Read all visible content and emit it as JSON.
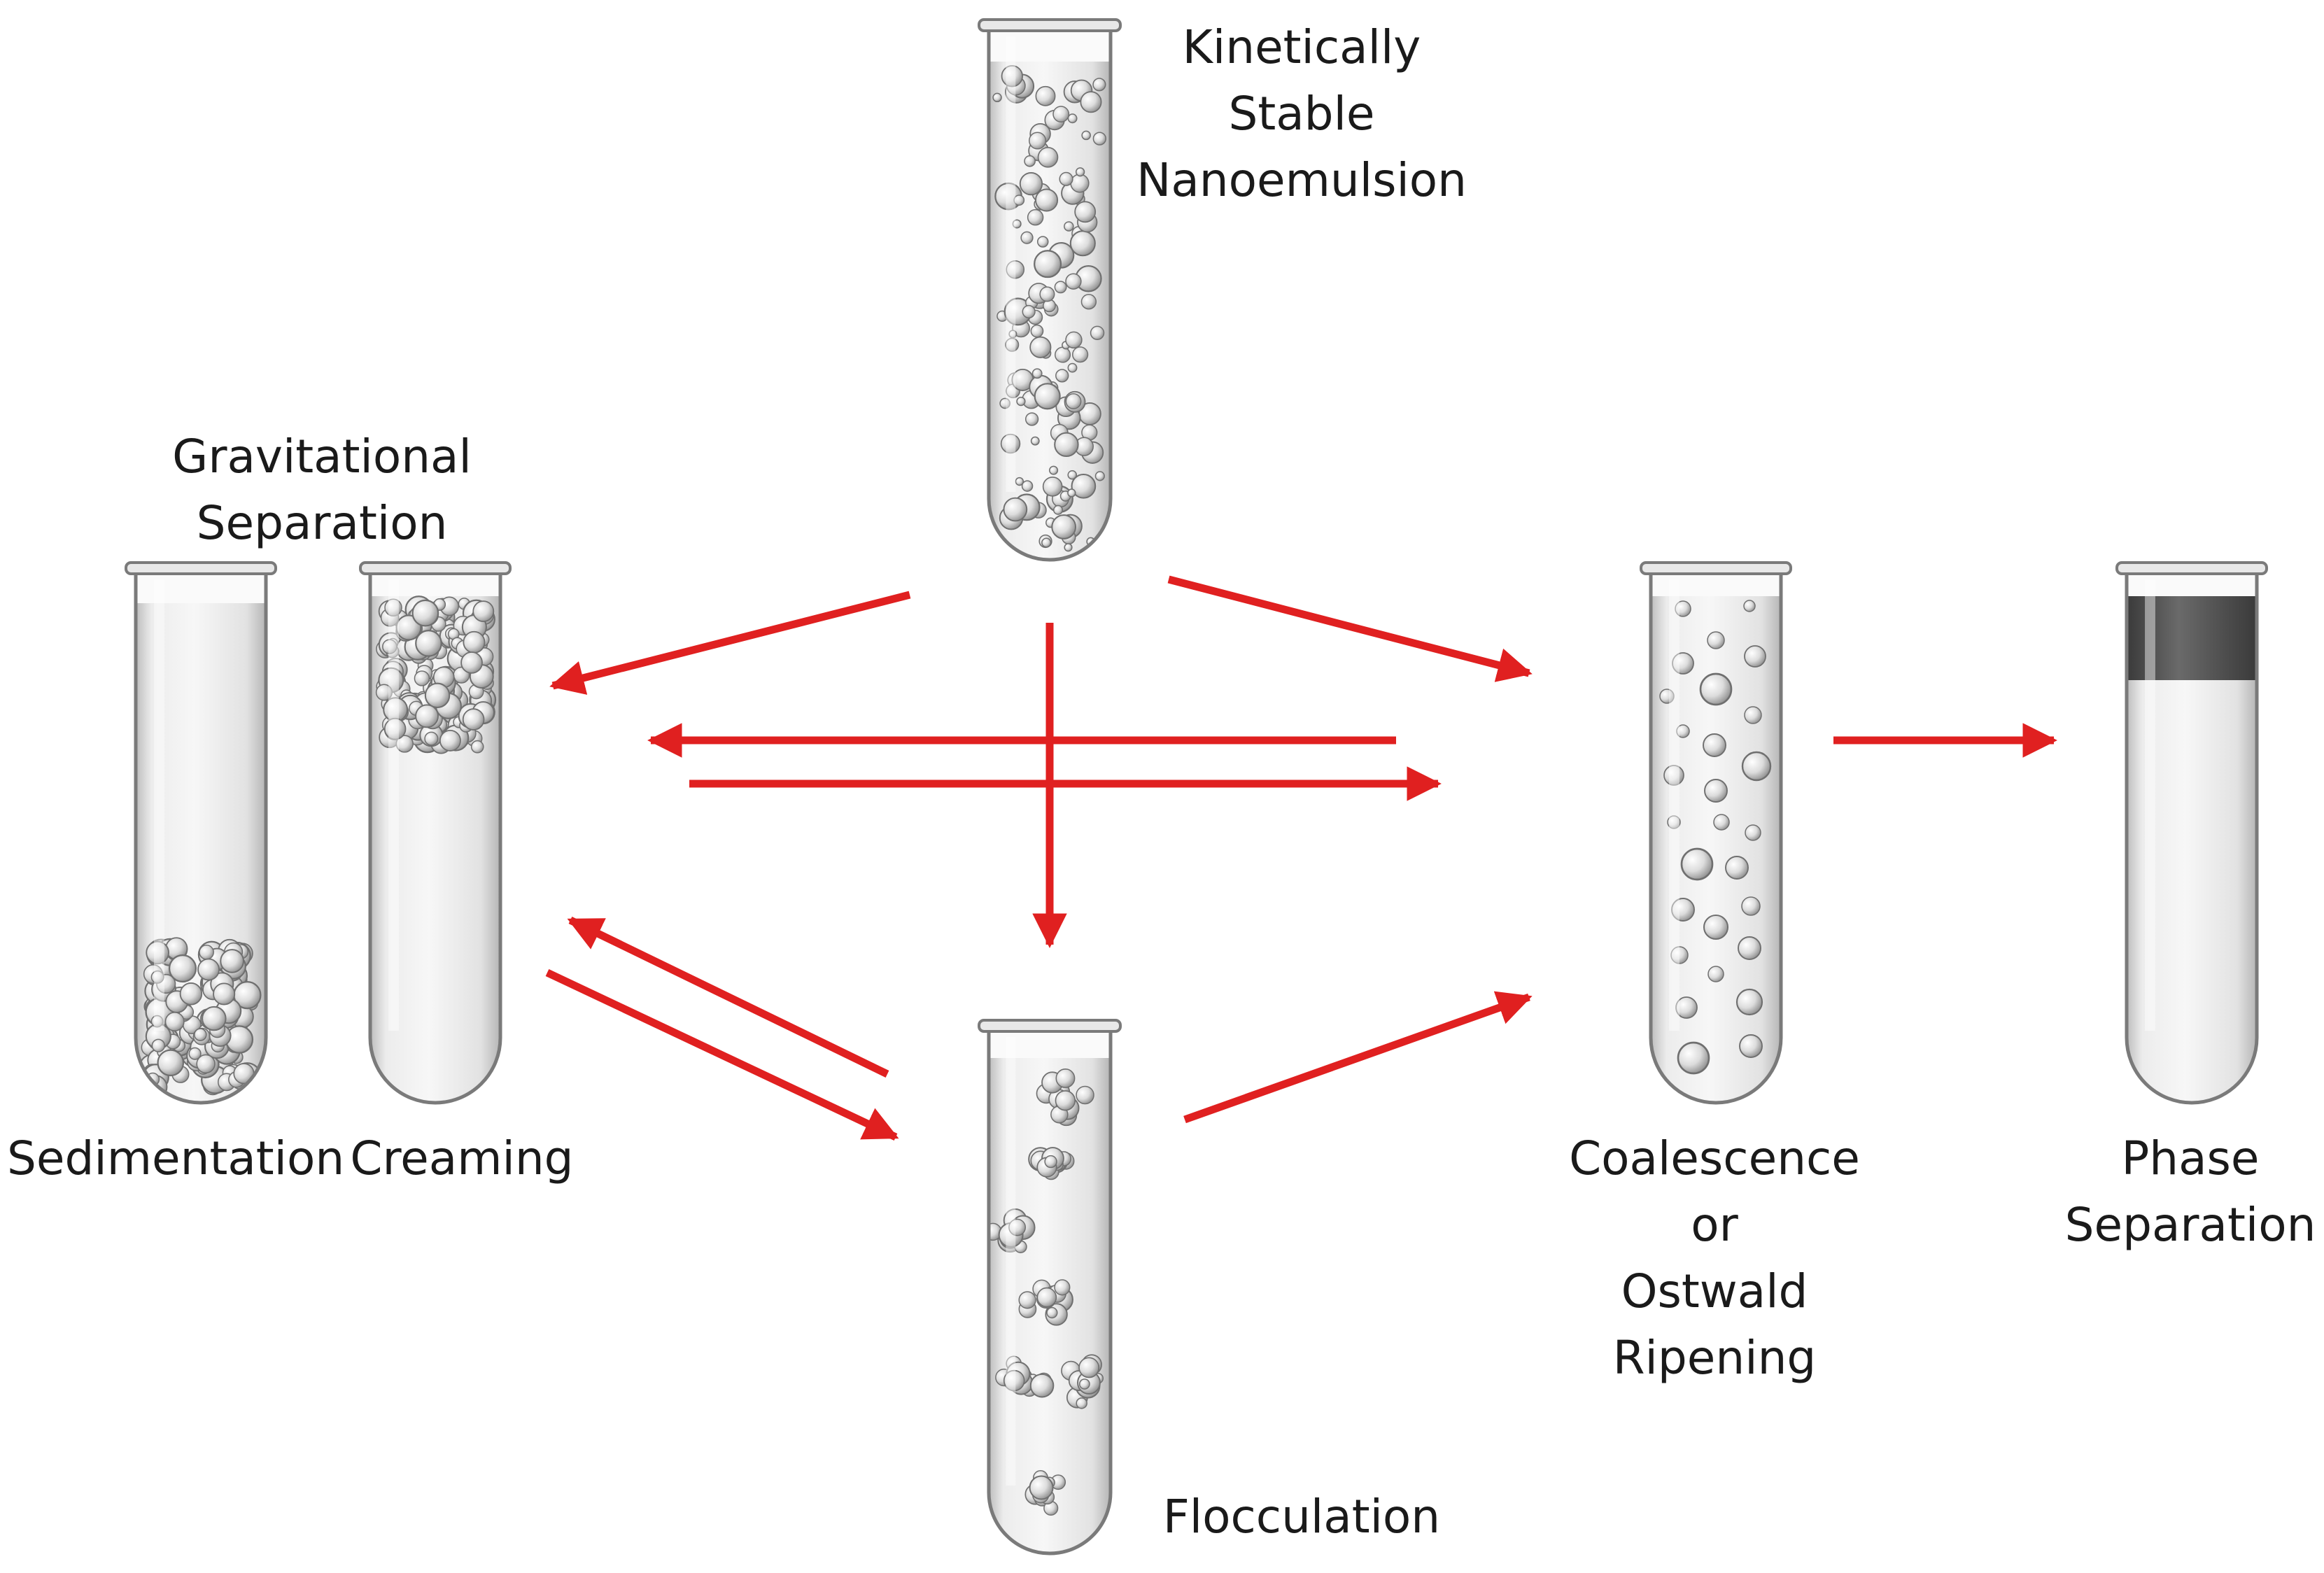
{
  "colors": {
    "arrow": "#e02020",
    "tube_glass": "#e6e6e6",
    "tube_outline": "#7a7a7a",
    "bubble": "#d4d4d4",
    "oil_layer": "#505050",
    "background": "#ffffff"
  },
  "labels": {
    "stable": [
      "Kinetically",
      "Stable",
      "Nanoemulsion"
    ],
    "gravitational": [
      "Gravitational",
      "Separation"
    ],
    "sedimentation": "Sedimentation",
    "creaming": "Creaming",
    "flocculation": "Flocculation",
    "coalescence": [
      "Coalescence",
      "or",
      "Ostwald",
      "Ripening"
    ],
    "phase": [
      "Phase",
      "Separation"
    ]
  }
}
